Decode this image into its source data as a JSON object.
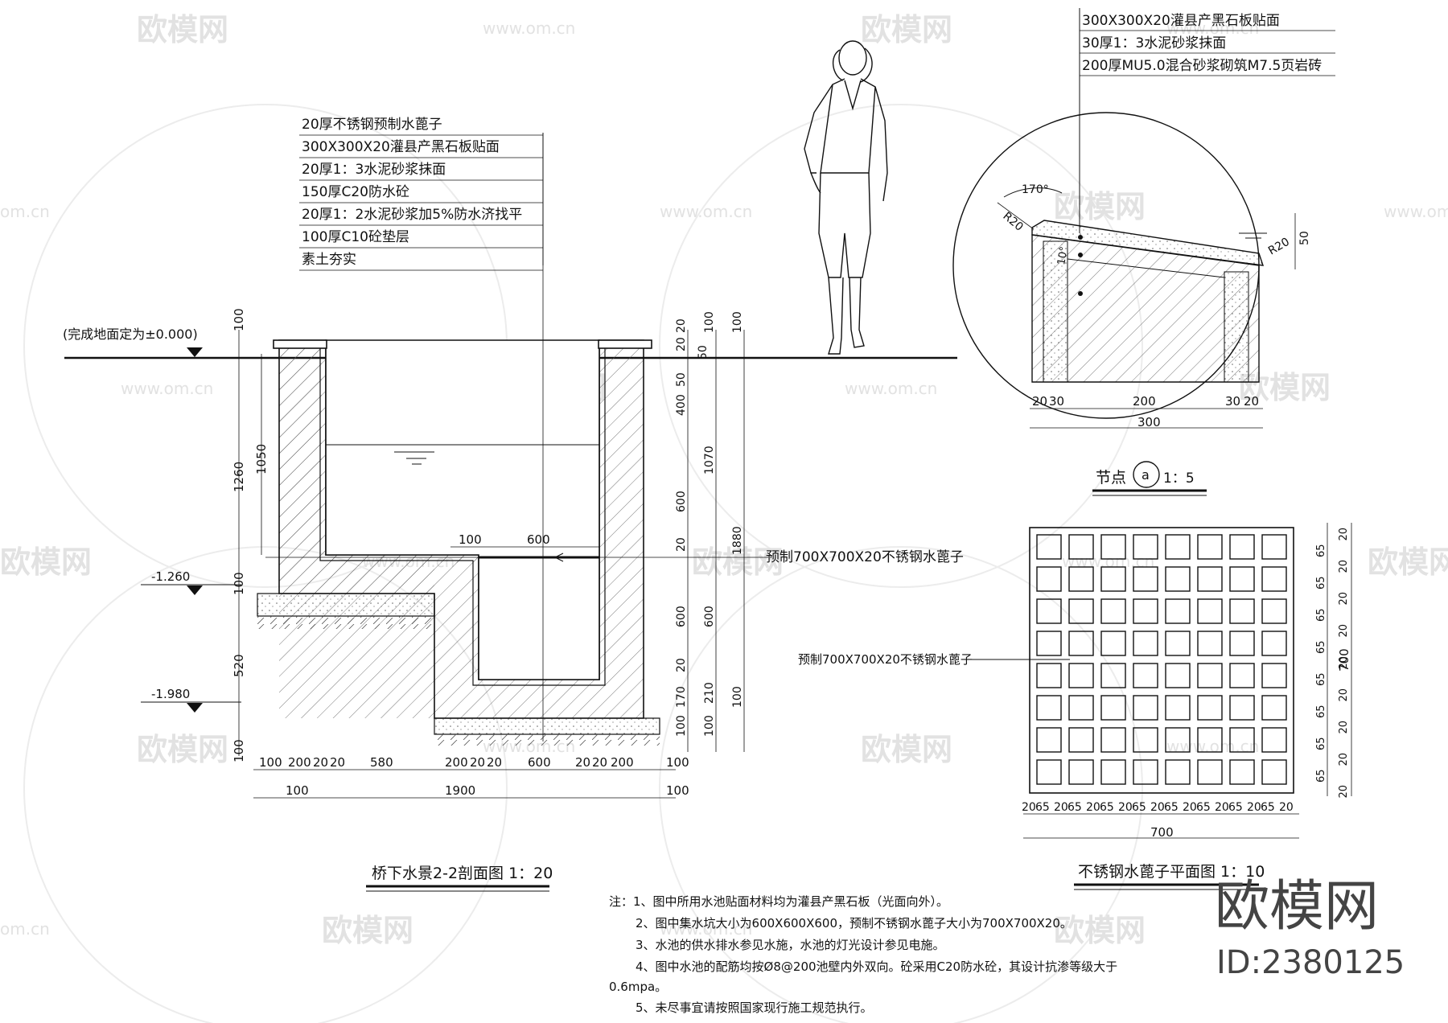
{
  "watermark": {
    "brand": "欧模网",
    "url": "www.om.cn",
    "url_short": "om.cn",
    "big_brand": "欧模网",
    "id_label": "ID:2380125"
  },
  "section": {
    "layers": [
      "20厚不锈钢预制水蓖子",
      "300X300X20灌县产黑石板贴面",
      "20厚1：3水泥砂浆抹面",
      "150厚C20防水砼",
      "20厚1：2水泥砂浆加5%防水济找平",
      "100厚C10砼垫层",
      "素土夯实"
    ],
    "ground_label": "(完成地面定为±0.000)",
    "level_1": "-1.260",
    "level_2": "-1.980",
    "grate_label": "预制700X700X20不锈钢水蓖子",
    "title": "桥下水景2-2剖面图 1：20",
    "dims_left": [
      "100",
      "1260",
      "1050",
      "100",
      "520",
      "100"
    ],
    "dims_right_1": [
      "20",
      "20",
      "50",
      "50",
      "400",
      "600",
      "20",
      "600",
      "20",
      "170",
      "100"
    ],
    "dims_right_2": [
      "100",
      "1070",
      "600",
      "210",
      "100"
    ],
    "dims_right_3": [
      "100",
      "1880",
      "100"
    ],
    "dim_inner_100": "100",
    "dim_inner_600": "600",
    "dims_bottom_1": [
      "100",
      "200",
      "20",
      "20",
      "580",
      "200",
      "20",
      "20",
      "600",
      "20",
      "20",
      "200",
      "100"
    ],
    "dims_bottom_2": [
      "100",
      "1900",
      "100"
    ]
  },
  "detail": {
    "layers": [
      "300X300X20灌县产黑石板贴面",
      "30厚1：3水泥砂浆抹面",
      "200厚MU5.0混合砂浆砌筑M7.5页岩砖"
    ],
    "angle_1": "170°",
    "angle_2": "10°",
    "radius_1": "R20",
    "radius_2": "R20",
    "dim_50": "50",
    "dims_row": [
      "20",
      "30",
      "200",
      "30",
      "20"
    ],
    "dim_total": "300",
    "title_prefix": "节点",
    "title_mark": "a",
    "title_scale": "1：5"
  },
  "grate": {
    "label": "预制700X700X20不锈钢水蓖子",
    "dims_right": [
      "20",
      "65",
      "20",
      "65",
      "20",
      "65",
      "20",
      "65",
      "20",
      "65",
      "20",
      "65",
      "20",
      "65",
      "20",
      "65",
      "20"
    ],
    "dim_right_total": "700",
    "dims_bottom": [
      "20",
      "65",
      "20",
      "65",
      "20",
      "65",
      "20",
      "65",
      "20",
      "65",
      "20",
      "65",
      "20",
      "65",
      "20",
      "65",
      "20"
    ],
    "dim_bottom_total": "700",
    "title": "不锈钢水蓖子平面图 1：10"
  },
  "notes": {
    "lines": [
      "注：1、图中所用水池贴面材料均为灌县产黑石板（光面向外）。",
      "2、图中集水坑大小为600X600X600，预制不锈钢水蓖子大小为700X700X20。",
      "3、水池的供水排水参见水施，水池的灯光设计参见电施。",
      "4、图中水池的配筋均按Ø8@200池壁内外双向。砼采用C20防水砼，其设计抗渗等级大于",
      "0.6mpa。",
      "5、未尽事宜请按照国家现行施工规范执行。"
    ]
  },
  "colors": {
    "line": "#111111",
    "watermark": "#e2e2e2",
    "background": "#ffffff"
  }
}
